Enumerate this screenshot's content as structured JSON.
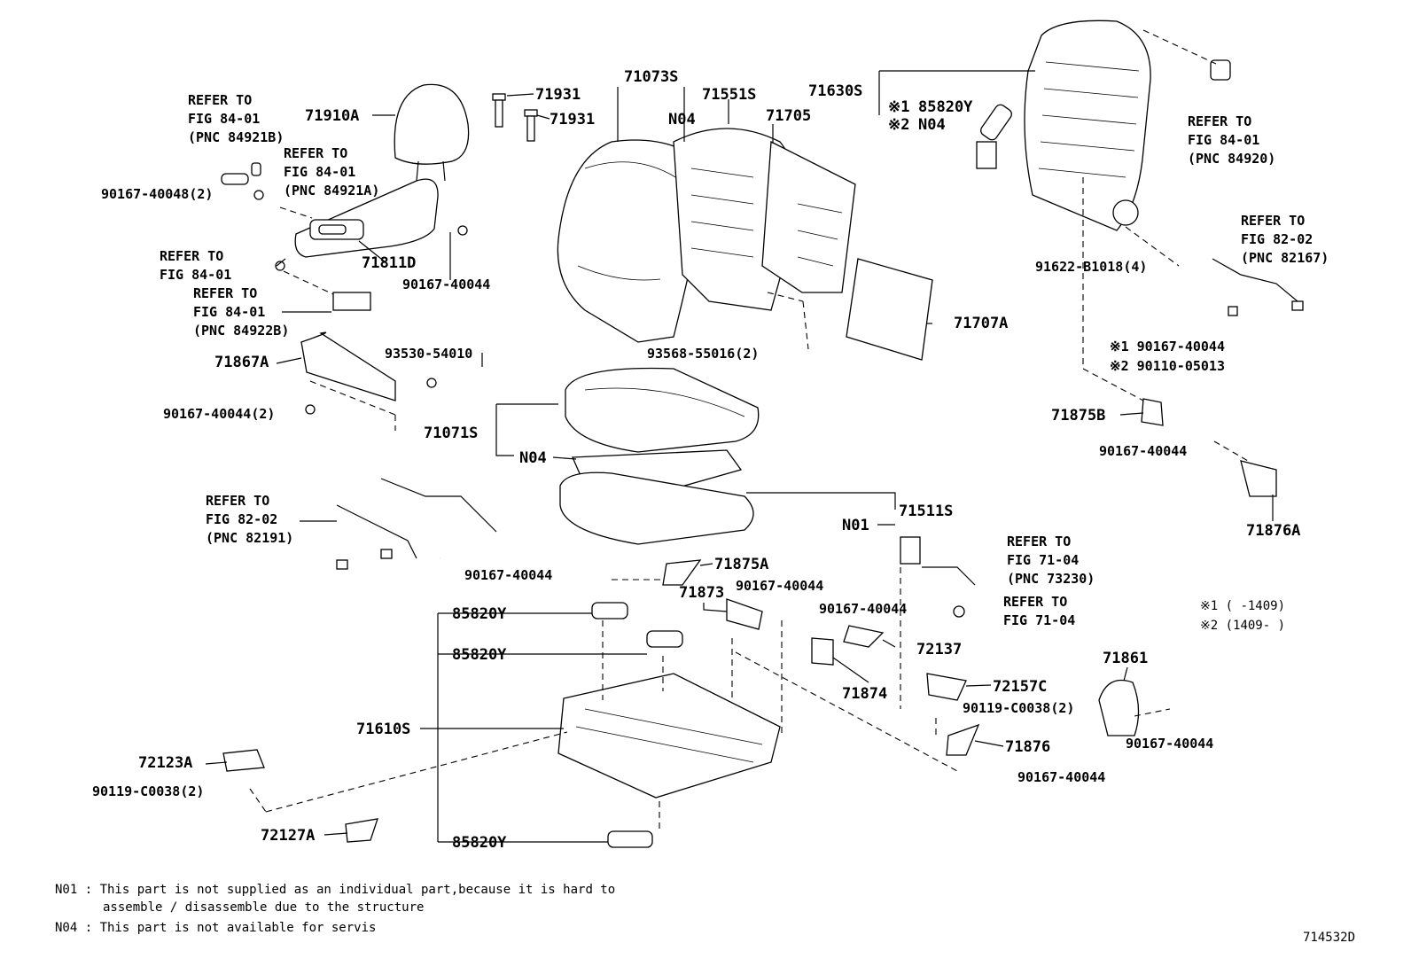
{
  "labels": {
    "l71910A": "71910A",
    "l71931a": "71931",
    "l71931b": "71931",
    "l71073S": "71073S",
    "l71551S": "71551S",
    "l71705": "71705",
    "l71630S": "71630S",
    "l85820Y_top": "85820Y",
    "lN04_top": "N04",
    "lN04_back": "N04",
    "star1_top": "※1",
    "star2_top": "※2",
    "l71811D": "71811D",
    "l90167_40044_a": "90167-40044",
    "l90167_40048": "90167-40048(2)",
    "l71867A": "71867A",
    "l93530": "93530-54010",
    "l90167_40044_2": "90167-40044(2)",
    "l71071S": "71071S",
    "lN04_mid": "N04",
    "l71511S": "71511S",
    "lN01": "N01",
    "l93568": "93568-55016(2)",
    "l71707A": "71707A",
    "l91622": "91622-B1018(4)",
    "l90167_40044_star1": "※1 90167-40044",
    "l90110_star2": "※2 90110-05013",
    "l71875B": "71875B",
    "l90167_40044_r": "90167-40044",
    "l71876A": "71876A",
    "l90167_40044_m1": "90167-40044",
    "l71875A": "71875A",
    "l71873": "71873",
    "l90167_40044_m2": "90167-40044",
    "l90167_40044_m3": "90167-40044",
    "l85820Y_1": "85820Y",
    "l85820Y_2": "85820Y",
    "l85820Y_3": "85820Y",
    "l72137": "72137",
    "l71874": "71874",
    "l72157C": "72157C",
    "l90119_C0038_r": "90119-C0038(2)",
    "l71876": "71876",
    "l90167_40044_b": "90167-40044",
    "l71610S": "71610S",
    "l72123A": "72123A",
    "l90119_C0038_l": "90119-C0038(2)",
    "l72127A": "72127A",
    "l71861": "71861",
    "l90167_40044_rb": "90167-40044"
  },
  "refs": {
    "r1": [
      "REFER TO",
      "FIG 84-01",
      "(PNC 84921B)"
    ],
    "r2": [
      "REFER TO",
      "FIG 84-01",
      "(PNC 84921A)"
    ],
    "r3": [
      "REFER TO",
      "FIG 84-01"
    ],
    "r4": [
      "REFER TO",
      "FIG 84-01",
      "(PNC 84922B)"
    ],
    "r5": [
      "REFER TO",
      "FIG 84-01",
      "(PNC 84920)"
    ],
    "r6": [
      "REFER TO",
      "FIG 82-02",
      "(PNC 82167)"
    ],
    "r7": [
      "REFER TO",
      "FIG 82-02",
      "(PNC 82191)"
    ],
    "r8": [
      "REFER TO",
      "FIG 71-04",
      "(PNC 73230)"
    ],
    "r9": [
      "REFER TO",
      "FIG 71-04"
    ]
  },
  "legend": {
    "s1": "※1 (      -1409)",
    "s2": "※2 (1409-      )"
  },
  "notes": {
    "n01_a": "N01 : This part is not supplied as an individual part,because it is hard to",
    "n01_b": "assemble / disassemble due to the structure",
    "n04": "N04 : This part is not available for servis"
  },
  "figure_id": "714532D"
}
